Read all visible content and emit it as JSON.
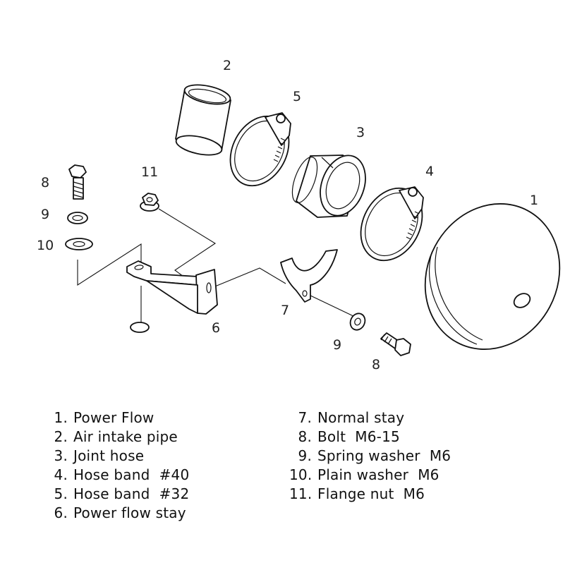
{
  "callouts": {
    "c1": "1",
    "c2": "2",
    "c3": "3",
    "c4": "4",
    "c5": "5",
    "c6": "6",
    "c7": "7",
    "c8a": "8",
    "c8b": "8",
    "c9a": "9",
    "c9b": "9",
    "c10": "10",
    "c11": "11"
  },
  "parts_left": [
    {
      "num": "1.",
      "label": "Power Flow"
    },
    {
      "num": "2.",
      "label": "Air intake pipe"
    },
    {
      "num": "3.",
      "label": "Joint hose"
    },
    {
      "num": "4.",
      "label": "Hose band  #40"
    },
    {
      "num": "5.",
      "label": "Hose band  #32"
    },
    {
      "num": "6.",
      "label": "Power flow stay"
    }
  ],
  "parts_right": [
    {
      "num": "7.",
      "label": "Normal stay"
    },
    {
      "num": "8.",
      "label": "Bolt  M6-15"
    },
    {
      "num": "9.",
      "label": "Spring washer  M6"
    },
    {
      "num": "10.",
      "label": "Plain washer  M6"
    },
    {
      "num": "11.",
      "label": "Flange nut  M6"
    }
  ]
}
